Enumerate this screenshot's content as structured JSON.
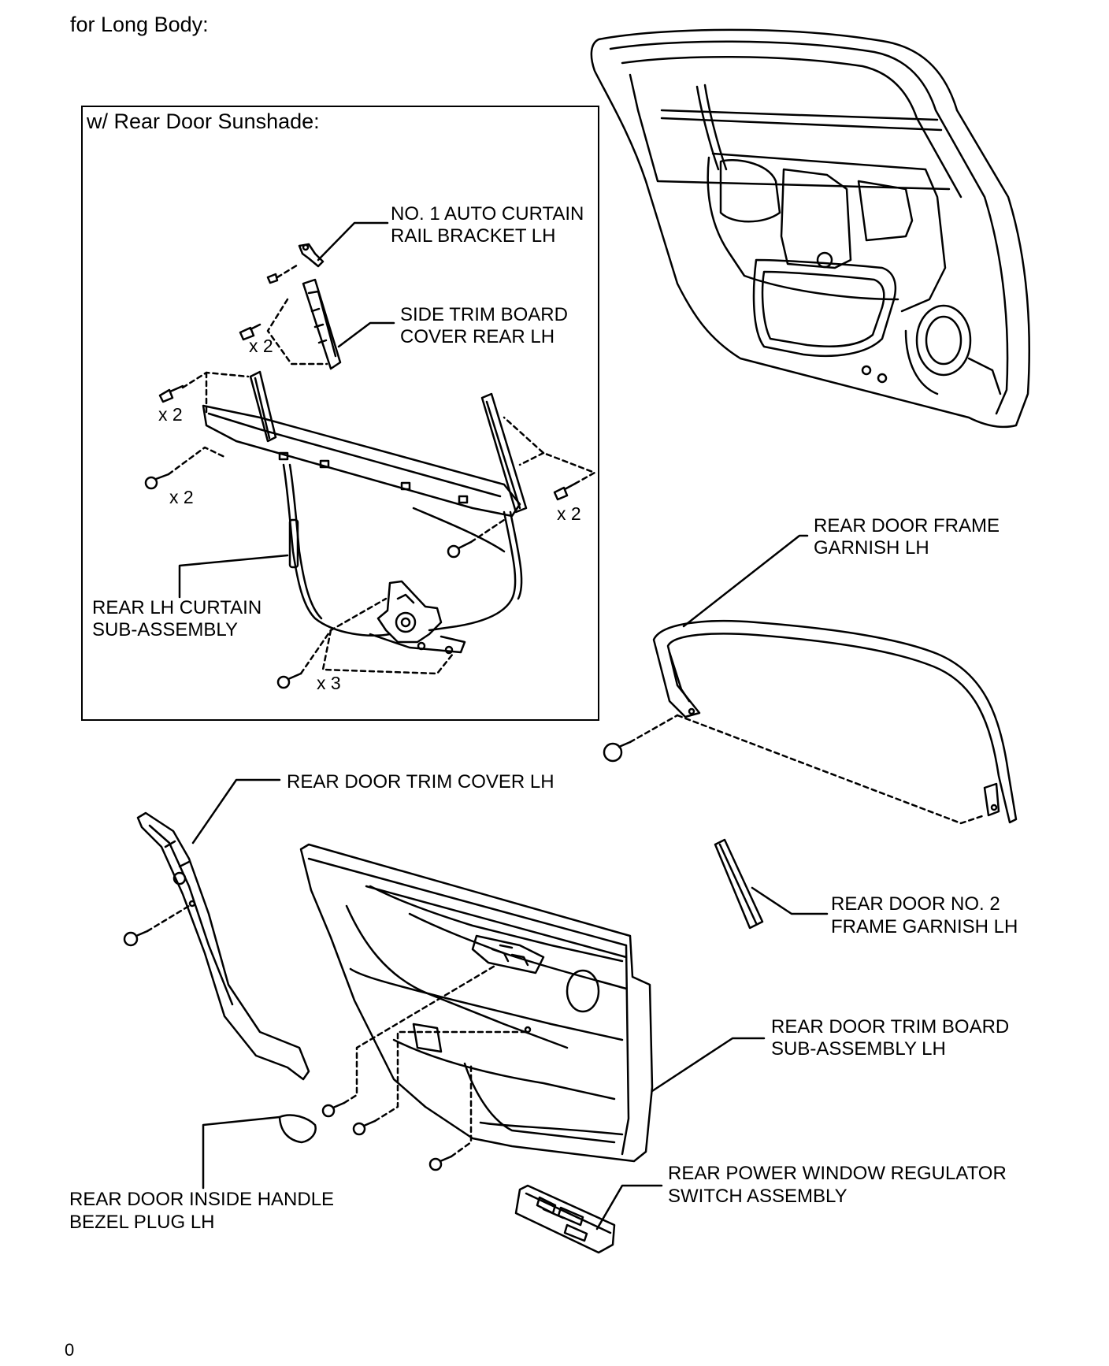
{
  "header": {
    "title": "for Long Body:"
  },
  "inset": {
    "title": "w/ Rear Door Sunshade:"
  },
  "labels": {
    "rail_bracket_1": "NO. 1 AUTO CURTAIN",
    "rail_bracket_2": "RAIL BRACKET LH",
    "side_trim_1": "SIDE TRIM BOARD",
    "side_trim_2": "COVER REAR LH",
    "curtain_1": "REAR LH CURTAIN",
    "curtain_2": "SUB-ASSEMBLY",
    "frame_garnish_1": "REAR DOOR FRAME",
    "frame_garnish_2": "GARNISH LH",
    "trim_cover": "REAR DOOR TRIM COVER LH",
    "no2_garnish_1": "REAR DOOR NO. 2",
    "no2_garnish_2": "FRAME GARNISH LH",
    "trim_board_1": "REAR DOOR TRIM BOARD",
    "trim_board_2": "SUB-ASSEMBLY LH",
    "bezel_plug_1": "REAR DOOR INSIDE HANDLE",
    "bezel_plug_2": "BEZEL PLUG LH",
    "regulator_switch_1": "REAR POWER WINDOW REGULATOR",
    "regulator_switch_2": "SWITCH ASSEMBLY"
  },
  "quantities": {
    "side_trim_screws": "x 2",
    "curtain_upper_screws": "x 2",
    "curtain_left_bolts": "x 2",
    "curtain_right_screws": "x 2",
    "curtain_bottom_bolts": "x 3"
  },
  "footer": {
    "page_mark": "0"
  }
}
